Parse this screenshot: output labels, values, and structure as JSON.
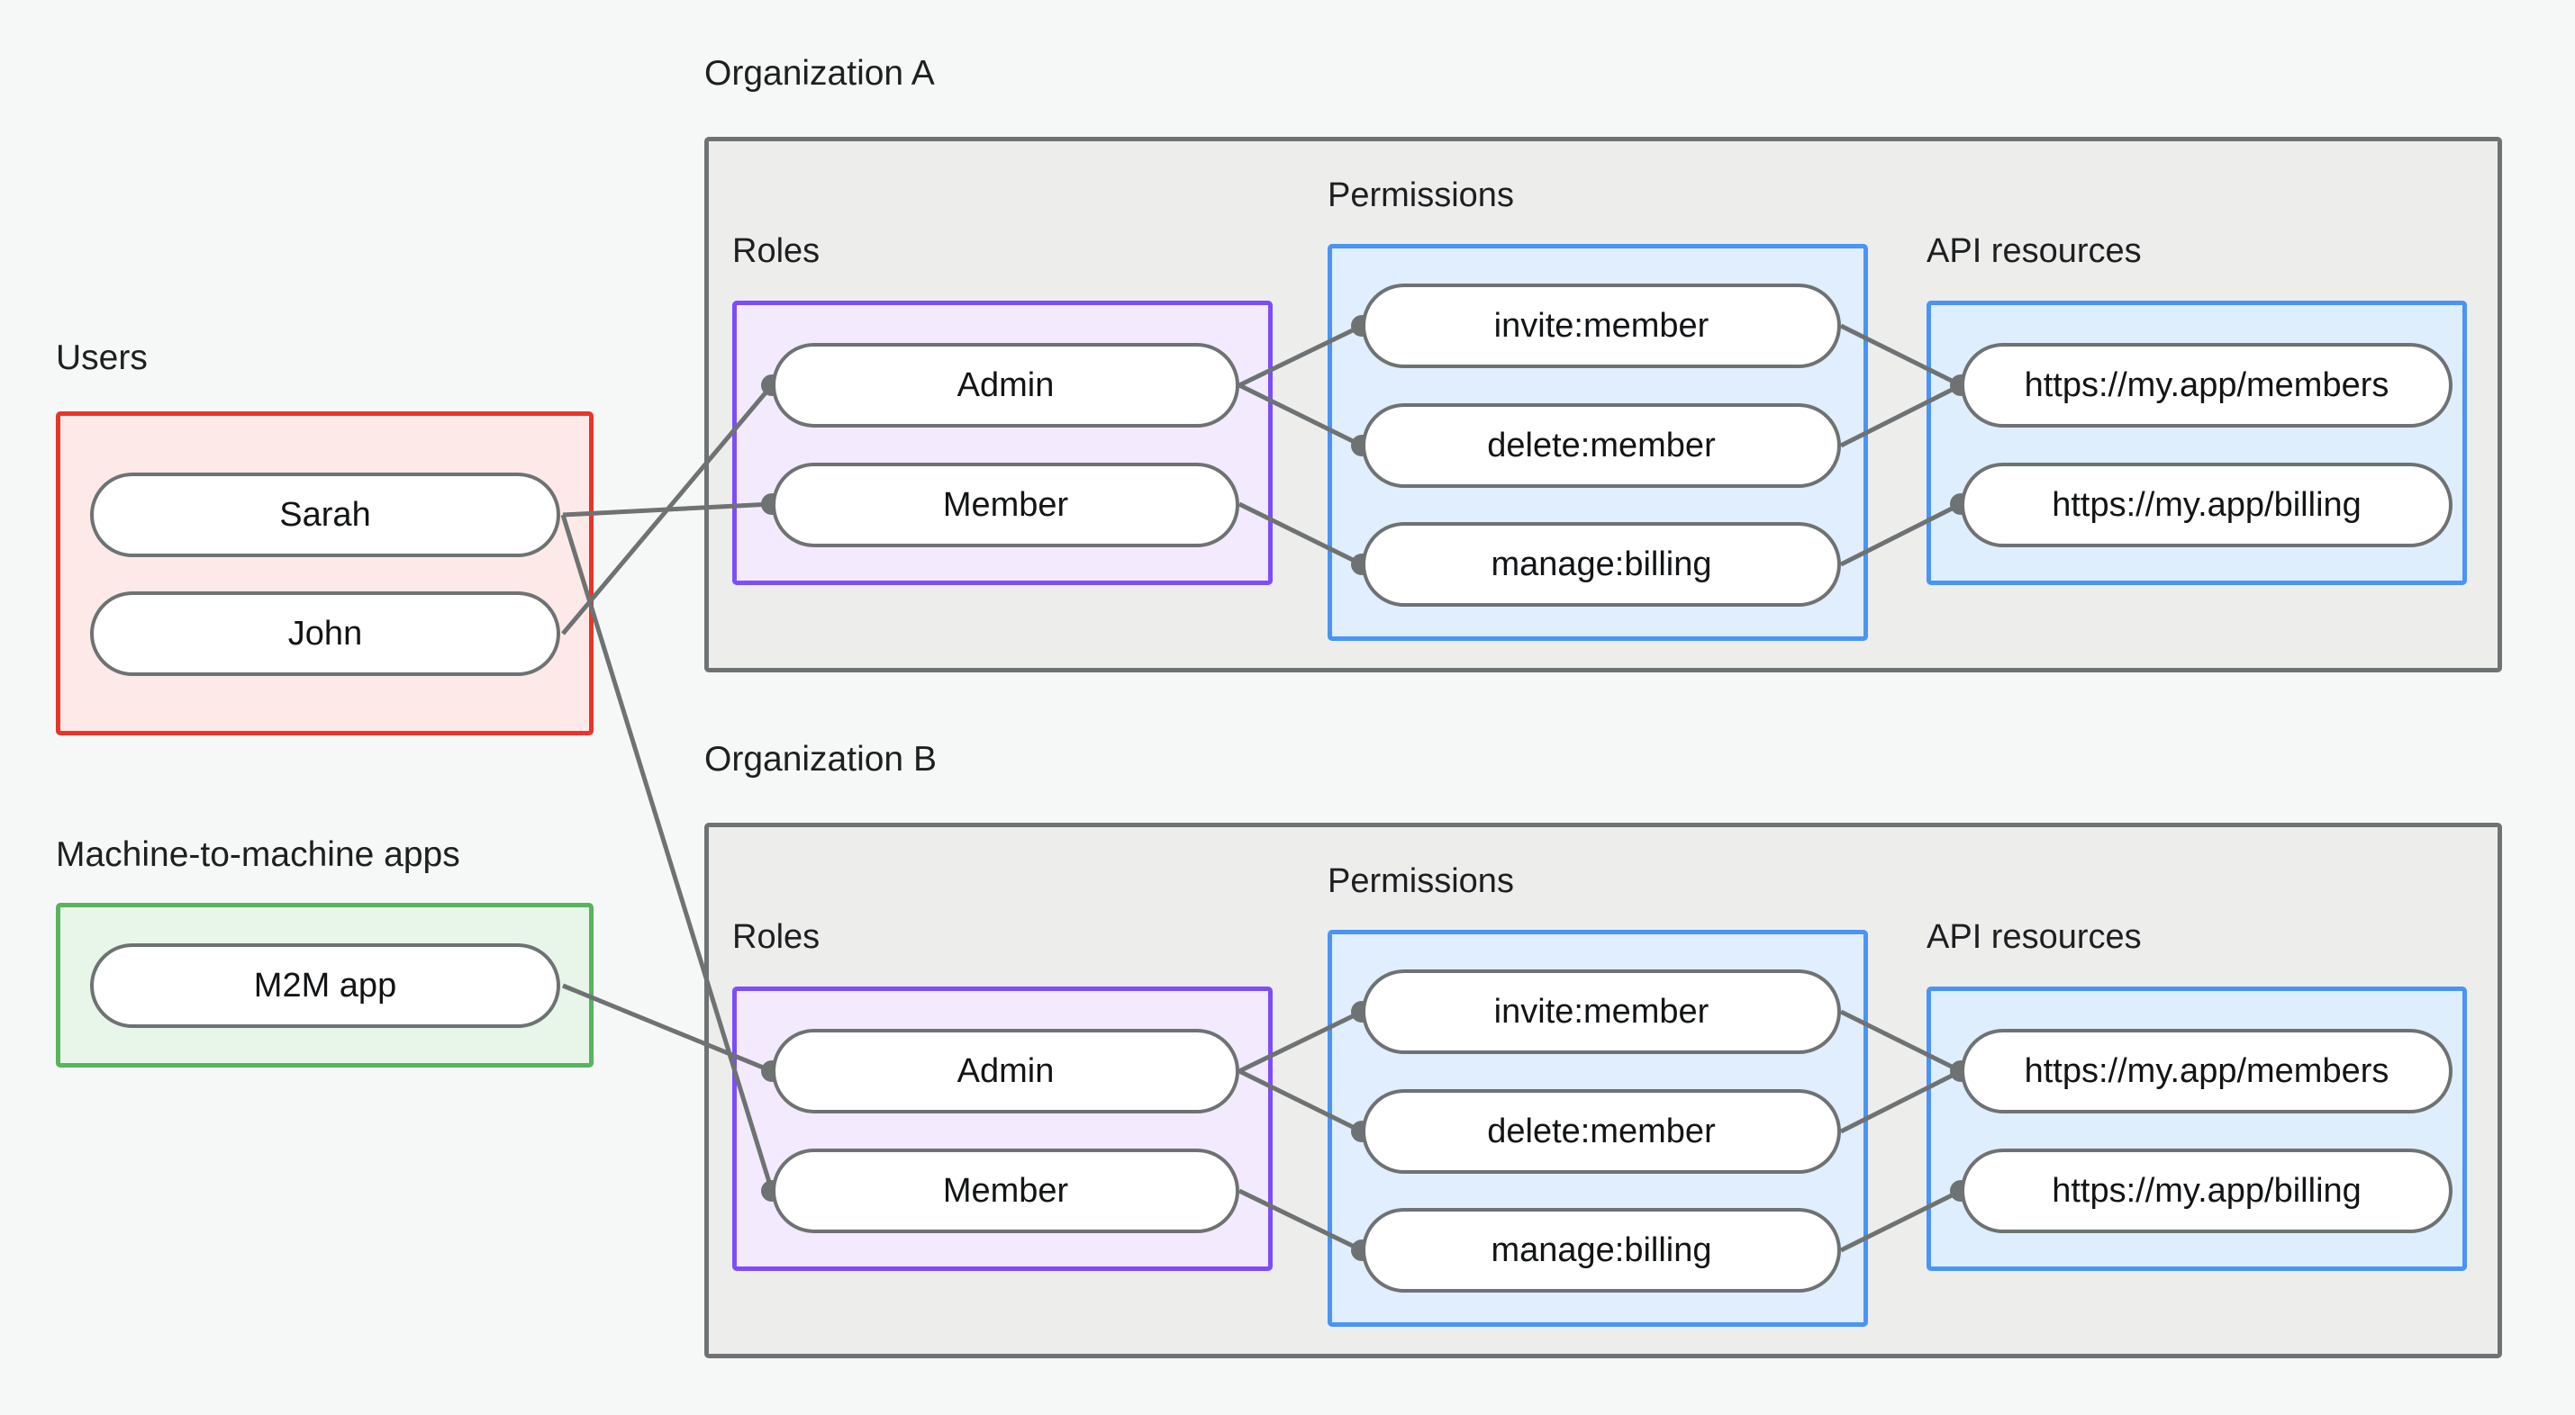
{
  "diagram": {
    "title_groups": {
      "users": "Users",
      "m2m": "Machine-to-machine apps",
      "org_a": "Organization A",
      "org_b": "Organization B"
    },
    "section_labels": {
      "roles": "Roles",
      "permissions": "Permissions",
      "api_resources": "API resources"
    },
    "users": [
      "Sarah",
      "John"
    ],
    "m2m_apps": [
      "M2M app"
    ],
    "organizations": [
      {
        "name": "Organization A",
        "roles": [
          "Admin",
          "Member"
        ],
        "permissions": [
          "invite:member",
          "delete:member",
          "manage:billing"
        ],
        "api_resources": [
          "https://my.app/members",
          "https://my.app/billing"
        ]
      },
      {
        "name": "Organization B",
        "roles": [
          "Admin",
          "Member"
        ],
        "permissions": [
          "invite:member",
          "delete:member",
          "manage:billing"
        ],
        "api_resources": [
          "https://my.app/members",
          "https://my.app/billing"
        ]
      }
    ],
    "relationships": [
      {
        "from": "Sarah",
        "to": "Organization A / Member"
      },
      {
        "from": "Sarah",
        "to": "Organization B / Member"
      },
      {
        "from": "John",
        "to": "Organization A / Admin"
      },
      {
        "from": "M2M app",
        "to": "Organization B / Admin"
      },
      {
        "from": "Admin",
        "to": "invite:member"
      },
      {
        "from": "Admin",
        "to": "delete:member"
      },
      {
        "from": "Member",
        "to": "manage:billing"
      },
      {
        "from": "invite:member",
        "to": "https://my.app/members"
      },
      {
        "from": "delete:member",
        "to": "https://my.app/members"
      },
      {
        "from": "manage:billing",
        "to": "https://my.app/billing"
      }
    ],
    "colors": {
      "background": "#f6f8f7",
      "users_border": "#e8352a",
      "users_fill": "#fdeae8",
      "m2m_border": "#59b35f",
      "m2m_fill": "#e8f6e9",
      "roles_border": "#7d4dfb",
      "roles_fill": "#f3eafd",
      "permissions_border": "#4a94f5",
      "permissions_fill": "#e0eefd",
      "api_border": "#4a94f5",
      "api_fill": "#dfeefd",
      "org_border": "#6e7272",
      "org_fill": "#ededec",
      "pill_border": "#6e7272",
      "pill_fill": "#ffffff",
      "edge": "#6e7272",
      "text": "#1d1f20"
    }
  }
}
